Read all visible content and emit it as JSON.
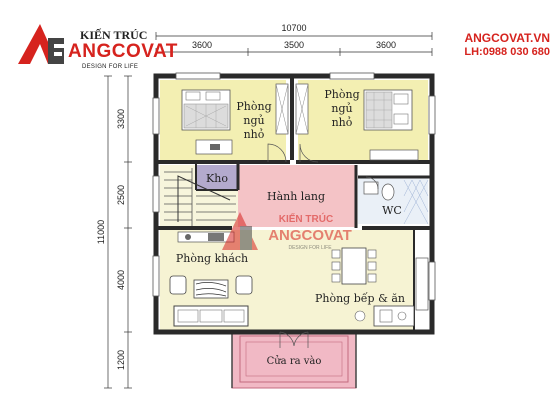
{
  "brand": {
    "name_top": "KIẾN TRÚC",
    "name_main": "ANGCOVAT",
    "tagline": "DESIGN FOR LIFE",
    "website": "ANGCOVAT.VN",
    "phone": "LH:0988 030 680",
    "accent_color": "#d6231e"
  },
  "dimensions": {
    "total_width": "10700",
    "top_segments": [
      "3600",
      "3500",
      "3600"
    ],
    "total_height": "11000",
    "left_segments": [
      "3300",
      "2500",
      "4000",
      "1200"
    ]
  },
  "rooms": {
    "bedroom_left": [
      "Phòng",
      "ngủ",
      "nhỏ"
    ],
    "bedroom_right": [
      "Phòng",
      "ngủ",
      "nhỏ"
    ],
    "storage": "Kho",
    "hallway": "Hành lang",
    "wc": "WC",
    "living": "Phòng khách",
    "kitchen": "Phòng bếp & ăn",
    "entrance": "Cửa ra vào"
  },
  "colors": {
    "bedroom": "#f3efb2",
    "living": "#f6f3d3",
    "hallway": "#f4c3c6",
    "storage": "#b3aacd",
    "wc": "#eaf0f7",
    "porch": "#f1b9c5"
  }
}
